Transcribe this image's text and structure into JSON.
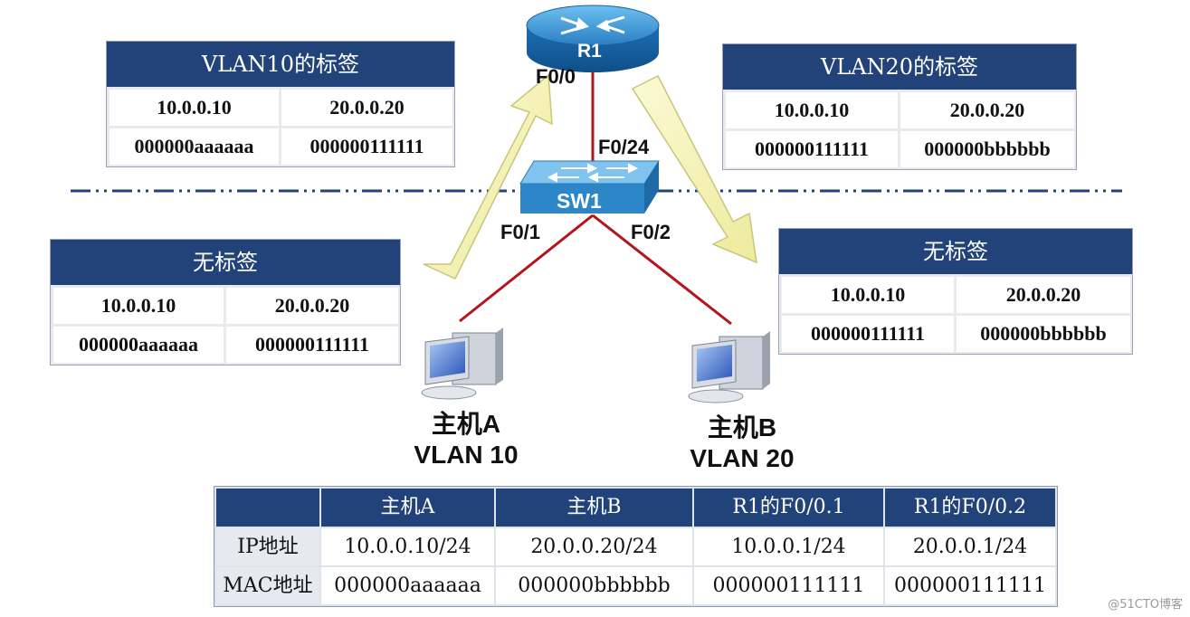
{
  "devices": {
    "router": "R1",
    "switch": "SW1",
    "router_port": "F0/0",
    "switch_uplink": "F0/24",
    "switch_port_a": "F0/1",
    "switch_port_b": "F0/2"
  },
  "hosts": {
    "a": {
      "name": "主机A",
      "vlan": "VLAN 10"
    },
    "b": {
      "name": "主机B",
      "vlan": "VLAN 20"
    }
  },
  "boxes": {
    "vlan10_tag": {
      "title": "VLAN10的标签",
      "ip_src": "10.0.0.10",
      "ip_dst": "20.0.0.20",
      "mac_src": "000000aaaaaa",
      "mac_dst": "000000111111"
    },
    "vlan20_tag": {
      "title": "VLAN20的标签",
      "ip_src": "10.0.0.10",
      "ip_dst": "20.0.0.20",
      "mac_src": "000000111111",
      "mac_dst": "000000bbbbbb"
    },
    "untagged_left": {
      "title": "无标签",
      "ip_src": "10.0.0.10",
      "ip_dst": "20.0.0.20",
      "mac_src": "000000aaaaaa",
      "mac_dst": "000000111111"
    },
    "untagged_right": {
      "title": "无标签",
      "ip_src": "10.0.0.10",
      "ip_dst": "20.0.0.20",
      "mac_src": "000000111111",
      "mac_dst": "000000bbbbbb"
    }
  },
  "address_table": {
    "columns": [
      "主机A",
      "主机B",
      "R1的F0/0.1",
      "R1的F0/0.2"
    ],
    "rows": [
      {
        "label": "IP地址",
        "values": [
          "10.0.0.10/24",
          "20.0.0.20/24",
          "10.0.0.1/24",
          "20.0.0.1/24"
        ]
      },
      {
        "label": "MAC地址",
        "values": [
          "000000aaaaaa",
          "000000bbbbbb",
          "000000111111",
          "000000111111"
        ]
      }
    ]
  },
  "watermark": "@51CTO博客",
  "colors": {
    "header_blue": "#22437a",
    "link_red": "#b3151b",
    "arrow_yellow": "#f2f0a6",
    "device_blue": "#2f86c8"
  }
}
